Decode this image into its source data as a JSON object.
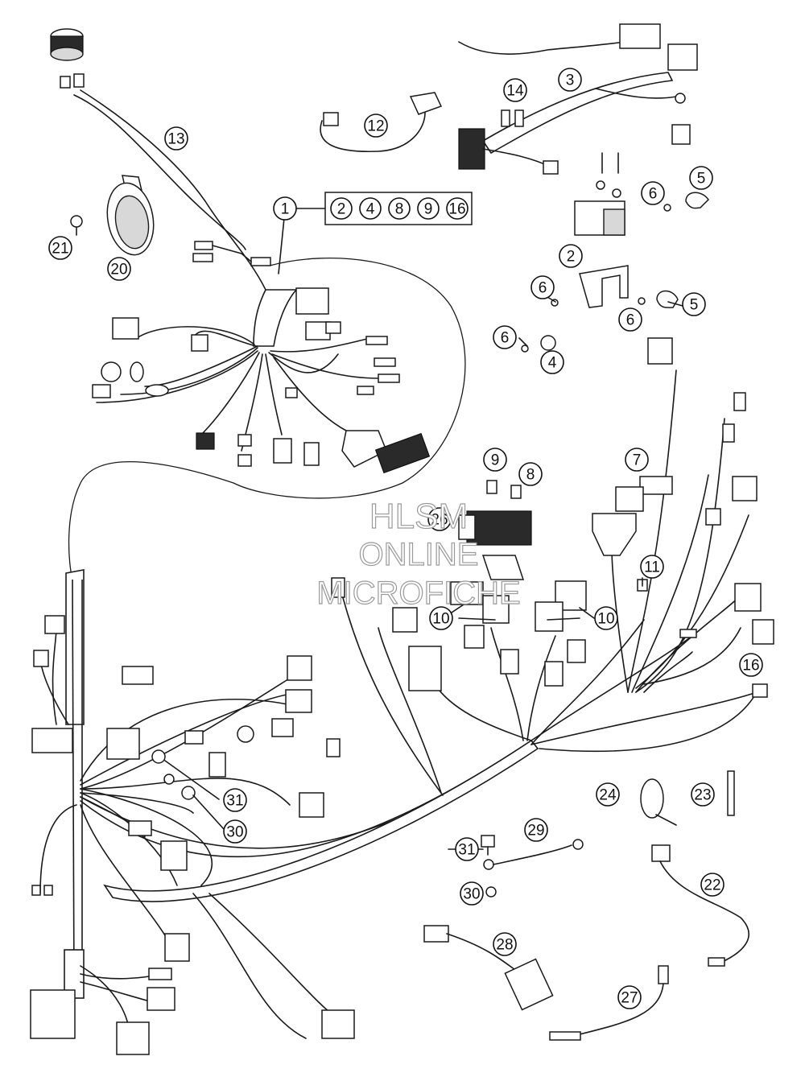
{
  "callouts": [
    {
      "label": "1"
    },
    {
      "label": "2"
    },
    {
      "label": "3"
    },
    {
      "label": "4"
    },
    {
      "label": "5"
    },
    {
      "label": "6"
    },
    {
      "label": "7"
    },
    {
      "label": "8"
    },
    {
      "label": "9"
    },
    {
      "label": "10"
    },
    {
      "label": "11"
    },
    {
      "label": "12"
    },
    {
      "label": "13"
    },
    {
      "label": "14"
    },
    {
      "label": "16"
    },
    {
      "label": "20"
    },
    {
      "label": "21"
    },
    {
      "label": "22"
    },
    {
      "label": "23"
    },
    {
      "label": "24"
    },
    {
      "label": "26"
    },
    {
      "label": "27"
    },
    {
      "label": "28"
    },
    {
      "label": "29"
    },
    {
      "label": "30"
    },
    {
      "label": "31"
    }
  ],
  "kit_group": [
    "2",
    "4",
    "8",
    "9",
    "16"
  ],
  "watermark": {
    "line1": "HLSM",
    "line2": "ONLINE",
    "line3": "MICROFICHE"
  }
}
